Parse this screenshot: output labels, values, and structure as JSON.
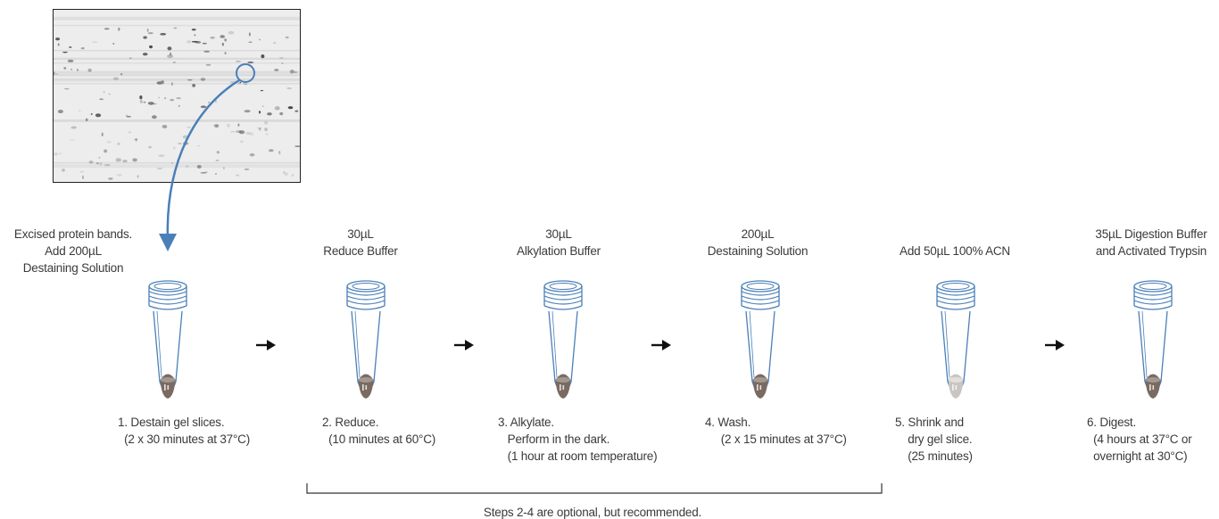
{
  "colors": {
    "accent": "#4a7fb8",
    "liquid": "#7a6a62",
    "liquid_light": "#c9c5c2",
    "text": "#3a3a3a"
  },
  "gel": {
    "icon": "2d-gel-image"
  },
  "reagents": [
    {
      "lines": [
        "Excised protein bands.",
        "Add 200µL",
        "Destaining Solution"
      ]
    },
    {
      "lines": [
        "30µL",
        "Reduce Buffer"
      ]
    },
    {
      "lines": [
        "30µL",
        "Alkylation Buffer"
      ]
    },
    {
      "lines": [
        "200µL",
        "Destaining Solution"
      ]
    },
    {
      "lines": [
        "Add 50µL 100% ACN"
      ]
    },
    {
      "lines": [
        "35µL Digestion Buffer",
        "and Activated Trypsin"
      ]
    }
  ],
  "steps": [
    {
      "title": "1. Destain gel slices.",
      "details": [
        "  (2 x 30 minutes at 37°C)"
      ]
    },
    {
      "title": "2. Reduce.",
      "details": [
        "  (10 minutes at 60°C)"
      ]
    },
    {
      "title": "3. Alkylate.",
      "details": [
        "   Perform in the dark.",
        "   (1 hour at room temperature)"
      ]
    },
    {
      "title": "4. Wash.",
      "details": [
        "     (2 x 15 minutes at 37°C)"
      ]
    },
    {
      "title": "5. Shrink and",
      "details": [
        "    dry gel slice.",
        "    (25 minutes)"
      ]
    },
    {
      "title": "6. Digest.",
      "details": [
        "  (4 hours at 37°C or",
        "  overnight at 30°C)"
      ]
    }
  ],
  "note": "Steps 2-4 are optional, but recommended."
}
